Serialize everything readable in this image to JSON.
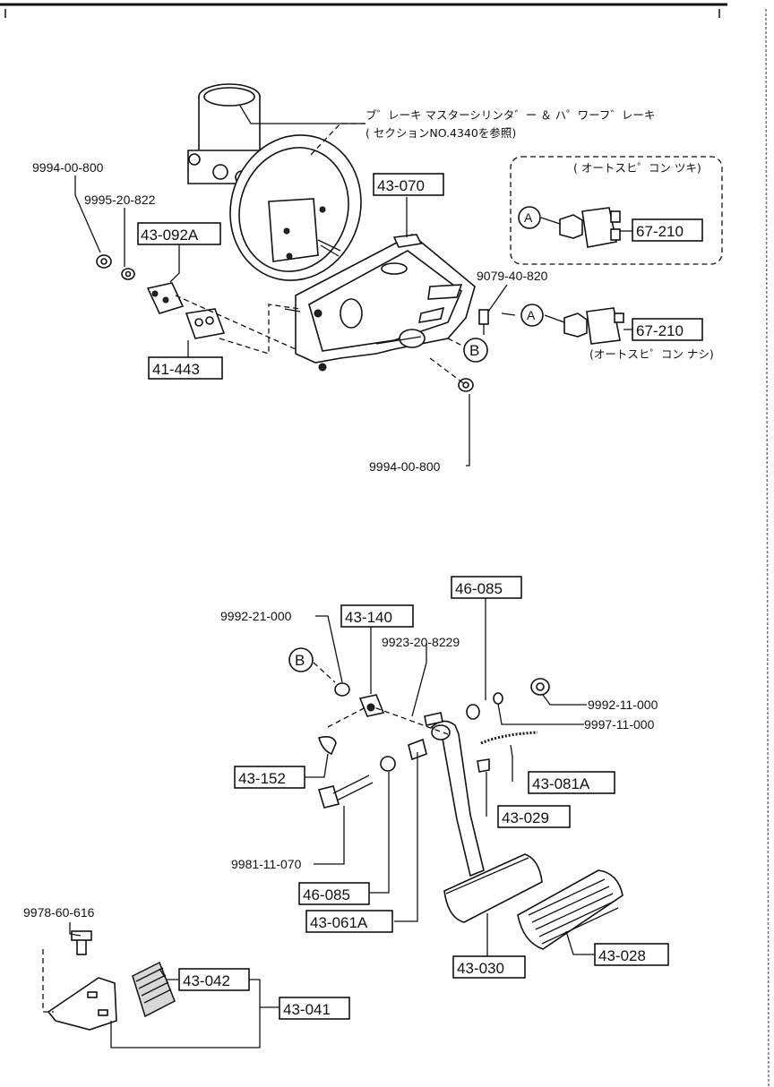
{
  "notes": {
    "brake_master": "ブ゛レーキ マスターシリンタ゛ー ＆ ハ゜ワーフ゛レーキ",
    "section_ref": "( セクションNO.4340を参照)",
    "auto_speed_control_with": "( オートスヒ゜コン ツキ)",
    "auto_speed_control_without": "(オートスヒ゜コン ナシ)"
  },
  "markers": {
    "a": "A",
    "b": "B"
  },
  "boxed_parts": {
    "p43_070": "43-070",
    "p43_092a": "43-092A",
    "p41_443": "41-443",
    "p67_210_top": "67-210",
    "p67_210_bottom": "67-210",
    "p46_085_top": "46-085",
    "p43_140": "43-140",
    "p43_152": "43-152",
    "p43_081a": "43-081A",
    "p43_029": "43-029",
    "p46_085_bottom": "46-085",
    "p43_061a": "43-061A",
    "p43_030": "43-030",
    "p43_028": "43-028",
    "p43_042": "43-042",
    "p43_041": "43-041"
  },
  "part_numbers": {
    "n9994_00_800_top": "9994-00-800",
    "n9995_20_822": "9995-20-822",
    "n9079_40_820": "9079-40-820",
    "n9994_00_800_bottom": "9994-00-800",
    "n9992_21_000": "9992-21-000",
    "n9923_20_8229": "9923-20-8229",
    "n9992_11_000": "9992-11-000",
    "n9997_11_000": "9997-11-000",
    "n9981_11_070": "9981-11-070",
    "n9978_60_616": "9978-60-616"
  }
}
